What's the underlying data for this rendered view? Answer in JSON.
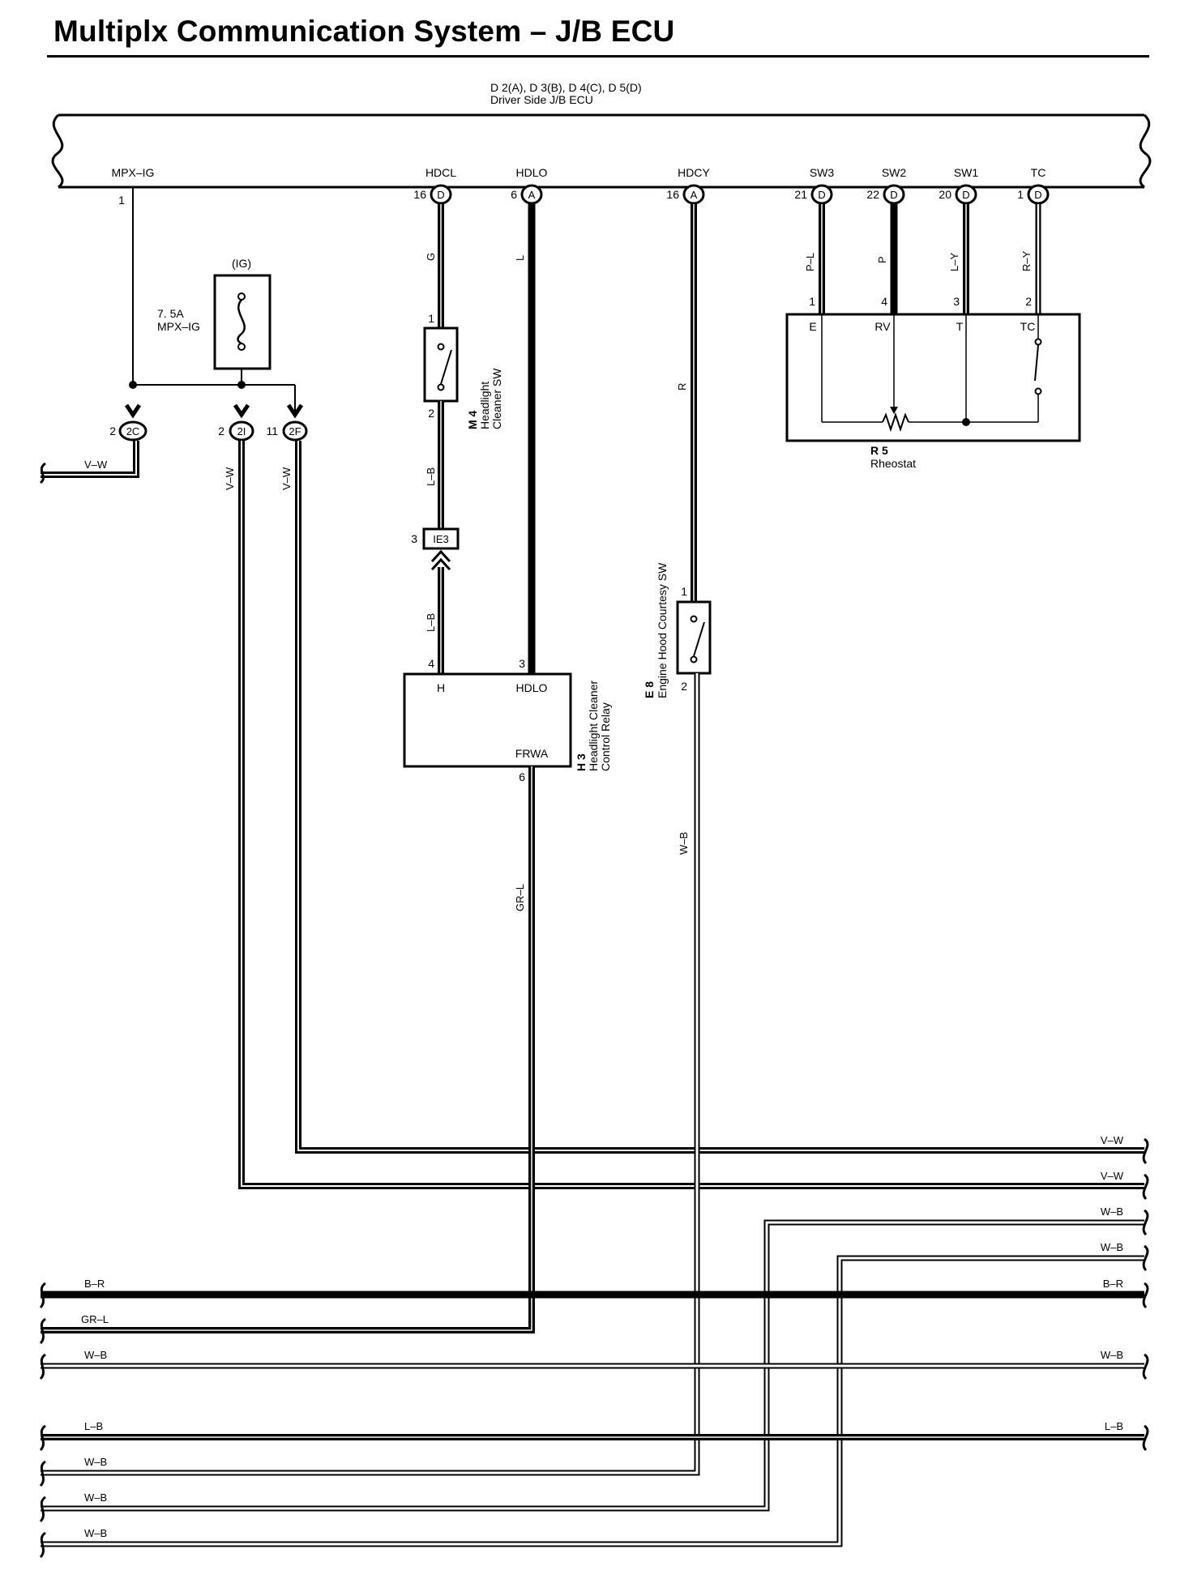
{
  "title": "Multiplx Communication System – J/B ECU",
  "ecu": {
    "ref": "D 2(A), D 3(B), D 4(C), D 5(D)",
    "name": "Driver Side J/B ECU",
    "terminals": [
      {
        "id": "mpx",
        "name": "MPX–IG",
        "pin": "1",
        "conn": ""
      },
      {
        "id": "hdcl",
        "name": "HDCL",
        "pin": "16",
        "conn": "D"
      },
      {
        "id": "hdlo",
        "name": "HDLO",
        "pin": "6",
        "conn": "A"
      },
      {
        "id": "hdcy",
        "name": "HDCY",
        "pin": "16",
        "conn": "A"
      },
      {
        "id": "sw3",
        "name": "SW3",
        "pin": "21",
        "conn": "D"
      },
      {
        "id": "sw2",
        "name": "SW2",
        "pin": "22",
        "conn": "D"
      },
      {
        "id": "sw1",
        "name": "SW1",
        "pin": "20",
        "conn": "D"
      },
      {
        "id": "tc",
        "name": "TC",
        "pin": "1",
        "conn": "D"
      }
    ]
  },
  "fuse": {
    "group": "(IG)",
    "rating": "7. 5A",
    "name": "MPX–IG"
  },
  "junction_connectors": [
    {
      "id": "2c",
      "pin": "2",
      "label": "2C"
    },
    {
      "id": "2i",
      "pin": "2",
      "label": "2I"
    },
    {
      "id": "2f",
      "pin": "11",
      "label": "2F"
    }
  ],
  "wire_colors": {
    "g": "G",
    "l": "L",
    "r": "R",
    "pl": "P–L",
    "p": "P",
    "ly": "L–Y",
    "ry": "R–Y",
    "lb": "L–B",
    "grl": "GR–L",
    "wb": "W–B",
    "vw": "V–W",
    "br": "B–R"
  },
  "headlight_cleaner_sw": {
    "ref": "M 4",
    "name_line1": "Headlight",
    "name_line2": "Cleaner SW",
    "pin_top": "1",
    "pin_bottom": "2"
  },
  "ie3": {
    "label": "IE3",
    "pin": "3"
  },
  "relay": {
    "ref": "H 3",
    "name_line1": "Headlight Cleaner",
    "name_line2": "Control Relay",
    "term_h": "H",
    "term_hdlo": "HDLO",
    "term_frwa": "FRWA",
    "pin_h": "4",
    "pin_hdlo": "3",
    "pin_frwa": "6"
  },
  "hood_sw": {
    "ref": "E 8",
    "name": "Engine Hood Courtesy SW",
    "pin_top": "1",
    "pin_bottom": "2"
  },
  "rheostat": {
    "ref": "R 5",
    "name": "Rheostat",
    "terms": [
      "E",
      "RV",
      "T",
      "TC"
    ],
    "pins": [
      "1",
      "4",
      "3",
      "2"
    ]
  },
  "bus_labels": {
    "left_vw": "V–W",
    "right": [
      "V–W",
      "V–W",
      "W–B",
      "W–B",
      "B–R",
      "W–B",
      "L–B"
    ],
    "left": [
      "B–R",
      "GR–L",
      "W–B",
      "L–B",
      "W–B",
      "W–B",
      "W–B"
    ]
  }
}
